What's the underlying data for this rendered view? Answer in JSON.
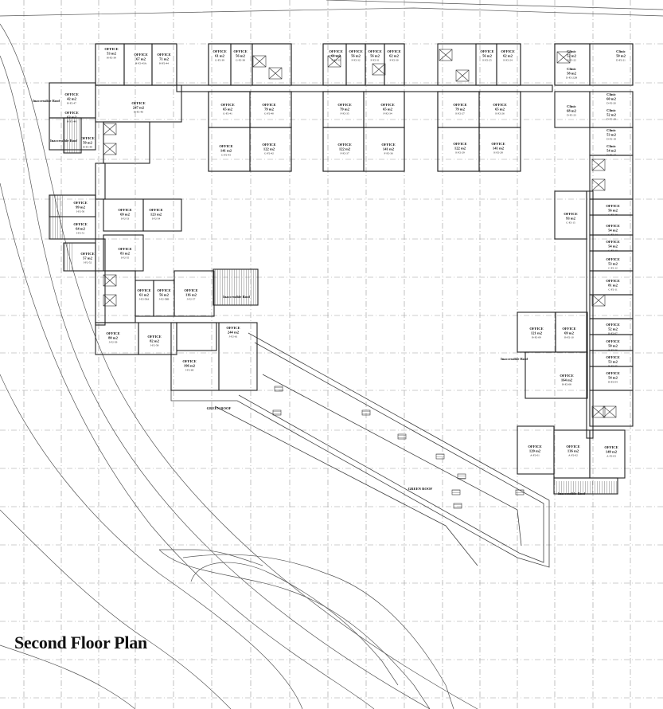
{
  "title": "Second Floor Plan",
  "colors": {
    "background": "#ffffff",
    "ink": "#222222",
    "grid": "#9a9a9a",
    "hatch": "#555555"
  },
  "labels": {
    "green_roof_1": "GREEN ROOF",
    "green_roof_2": "GREEN ROOF",
    "inaccessible_roof": "Inaccessible Roof",
    "inaccessible_roof_west_1": "Inaccessible Roof",
    "inaccessible_roof_west_2": "Inaccessible Roof",
    "inaccessible_roof_south": "Inaccessible Roof",
    "inaccessible_roof_east": "Inaccessible Roof"
  },
  "rooms": [
    {
      "label": "OFFICE",
      "area": "53 m2",
      "code": "H-F2-39"
    },
    {
      "label": "OFFICE",
      "area": "67 m2",
      "code": "H-F2-43A"
    },
    {
      "label": "OFFICE",
      "area": "71 m2",
      "code": "H-F2-44"
    },
    {
      "label": "OFFICE",
      "area": "42 m2",
      "code": "H-F2-47"
    },
    {
      "label": "OFFICE",
      "area": "63 m2",
      "code": "H-F2-48"
    },
    {
      "label": "OFFICE",
      "area": "247 m2",
      "code": "H-F2-46"
    },
    {
      "label": "OFFICE",
      "area": "59 m2",
      "code": "H-F2-49"
    },
    {
      "label": "OFFICE",
      "area": "61 m2",
      "code": "G-F2-39"
    },
    {
      "label": "OFFICE",
      "area": "56 m2",
      "code": "G-F2-38"
    },
    {
      "label": "OFFICE",
      "area": "65 m2",
      "code": "G-F2-41"
    },
    {
      "label": "OFFICE",
      "area": "79 m2",
      "code": "G-F2-40"
    },
    {
      "label": "OFFICE",
      "area": "141 m2",
      "code": "G-F2-43"
    },
    {
      "label": "OFFICE",
      "area": "122 m2",
      "code": "G-F2-42"
    },
    {
      "label": "OFFICE",
      "area": "61 m2",
      "code": "F-F2-33"
    },
    {
      "label": "OFFICE",
      "area": "56 m2",
      "code": "F-F2-32"
    },
    {
      "label": "OFFICE",
      "area": "56 m2",
      "code": "F-F2-31"
    },
    {
      "label": "OFFICE",
      "area": "62 m2",
      "code": "F-F2-30"
    },
    {
      "label": "OFFICE",
      "area": "79 m2",
      "code": "F-F2-35"
    },
    {
      "label": "OFFICE",
      "area": "65 m2",
      "code": "F-F2-34"
    },
    {
      "label": "OFFICE",
      "area": "122 m2",
      "code": "F-F2-37"
    },
    {
      "label": "OFFICE",
      "area": "141 m2",
      "code": "F-F2-36"
    },
    {
      "label": "OFFICE",
      "area": "56 m2",
      "code": "E-F2-25"
    },
    {
      "label": "OFFICE",
      "area": "62 m2",
      "code": "E-F2-24"
    },
    {
      "label": "OFFICE",
      "area": "79 m2",
      "code": "E-F2-27"
    },
    {
      "label": "OFFICE",
      "area": "65 m2",
      "code": "E-F2-26"
    },
    {
      "label": "OFFICE",
      "area": "122 m2",
      "code": "E-F2-29"
    },
    {
      "label": "OFFICE",
      "area": "141 m2",
      "code": "E-F2-28"
    },
    {
      "label": "Clinic",
      "area": "52 m2",
      "code": "D-F2-22"
    },
    {
      "label": "Clinic",
      "area": "50 m2",
      "code": "D-F2-21"
    },
    {
      "label": "Clinic",
      "area": "58 m2",
      "code": "D-F2-22B"
    },
    {
      "label": "Clinic",
      "area": "68 m2",
      "code": "D-F2-23"
    },
    {
      "label": "Clinic",
      "area": "60 m2",
      "code": "D-F2-20"
    },
    {
      "label": "Clinic",
      "area": "52 m2",
      "code": "D-F2-19"
    },
    {
      "label": "Clinic",
      "area": "53 m2",
      "code": "D-F2-18"
    },
    {
      "label": "Clinic",
      "area": "54 m2",
      "code": "D-F2-17"
    },
    {
      "label": "OFFICE",
      "area": "99 m2",
      "code": "I-F2-50"
    },
    {
      "label": "OFFICE",
      "area": "64 m2",
      "code": "I-F2-51"
    },
    {
      "label": "OFFICE",
      "area": "69 m2",
      "code": "I-F2-53"
    },
    {
      "label": "OFFICE",
      "area": "123 m2",
      "code": "I-F2-54"
    },
    {
      "label": "OFFICE",
      "area": "57 m2",
      "code": "I-F2-52"
    },
    {
      "label": "OFFICE",
      "area": "83 m2",
      "code": "I-F2-55"
    },
    {
      "label": "OFFICE",
      "area": "61 m2",
      "code": "J-F2-58A"
    },
    {
      "label": "OFFICE",
      "area": "56 m2",
      "code": "J-F2-58B"
    },
    {
      "label": "OFFICE",
      "area": "116 m2",
      "code": "J-F2-57"
    },
    {
      "label": "OFFICE",
      "area": "80 m2",
      "code": "J-F2-59"
    },
    {
      "label": "OFFICE",
      "area": "82 m2",
      "code": "J-F2-58"
    },
    {
      "label": "OFFICE",
      "area": "244 m2",
      "code": "J-F2-61"
    },
    {
      "label": "OFFICE",
      "area": "196 m2",
      "code": "J-F2-60"
    },
    {
      "label": "OFFICE",
      "area": "93 m2",
      "code": "C-F2-15"
    },
    {
      "label": "OFFICE",
      "area": "56 m2",
      "code": "C-F2-16"
    },
    {
      "label": "OFFICE",
      "area": "54 m2",
      "code": "C-F2-14"
    },
    {
      "label": "OFFICE",
      "area": "54 m2",
      "code": "C-F2-13"
    },
    {
      "label": "OFFICE",
      "area": "53 m2",
      "code": "C-F2-12"
    },
    {
      "label": "OFFICE",
      "area": "81 m2",
      "code": "C-F2-11"
    },
    {
      "label": "OFFICE",
      "area": "121 m2",
      "code": "B-F2-09"
    },
    {
      "label": "OFFICE",
      "area": "69 m2",
      "code": "B-F2-10"
    },
    {
      "label": "OFFICE",
      "area": "52 m2",
      "code": "B-F2-07"
    },
    {
      "label": "OFFICE",
      "area": "50 m2",
      "code": "B-F2-06"
    },
    {
      "label": "OFFICE",
      "area": "53 m2",
      "code": "B-F2-05"
    },
    {
      "label": "OFFICE",
      "area": "54 m2",
      "code": "B-F2-04"
    },
    {
      "label": "OFFICE",
      "area": "164 m2",
      "code": "B-F2-08"
    },
    {
      "label": "OFFICE",
      "area": "120 m2",
      "code": "A-F2-01"
    },
    {
      "label": "OFFICE",
      "area": "136 m2",
      "code": "A-F2-02"
    },
    {
      "label": "OFFICE",
      "area": "149 m2",
      "code": "A-F2-03"
    }
  ]
}
